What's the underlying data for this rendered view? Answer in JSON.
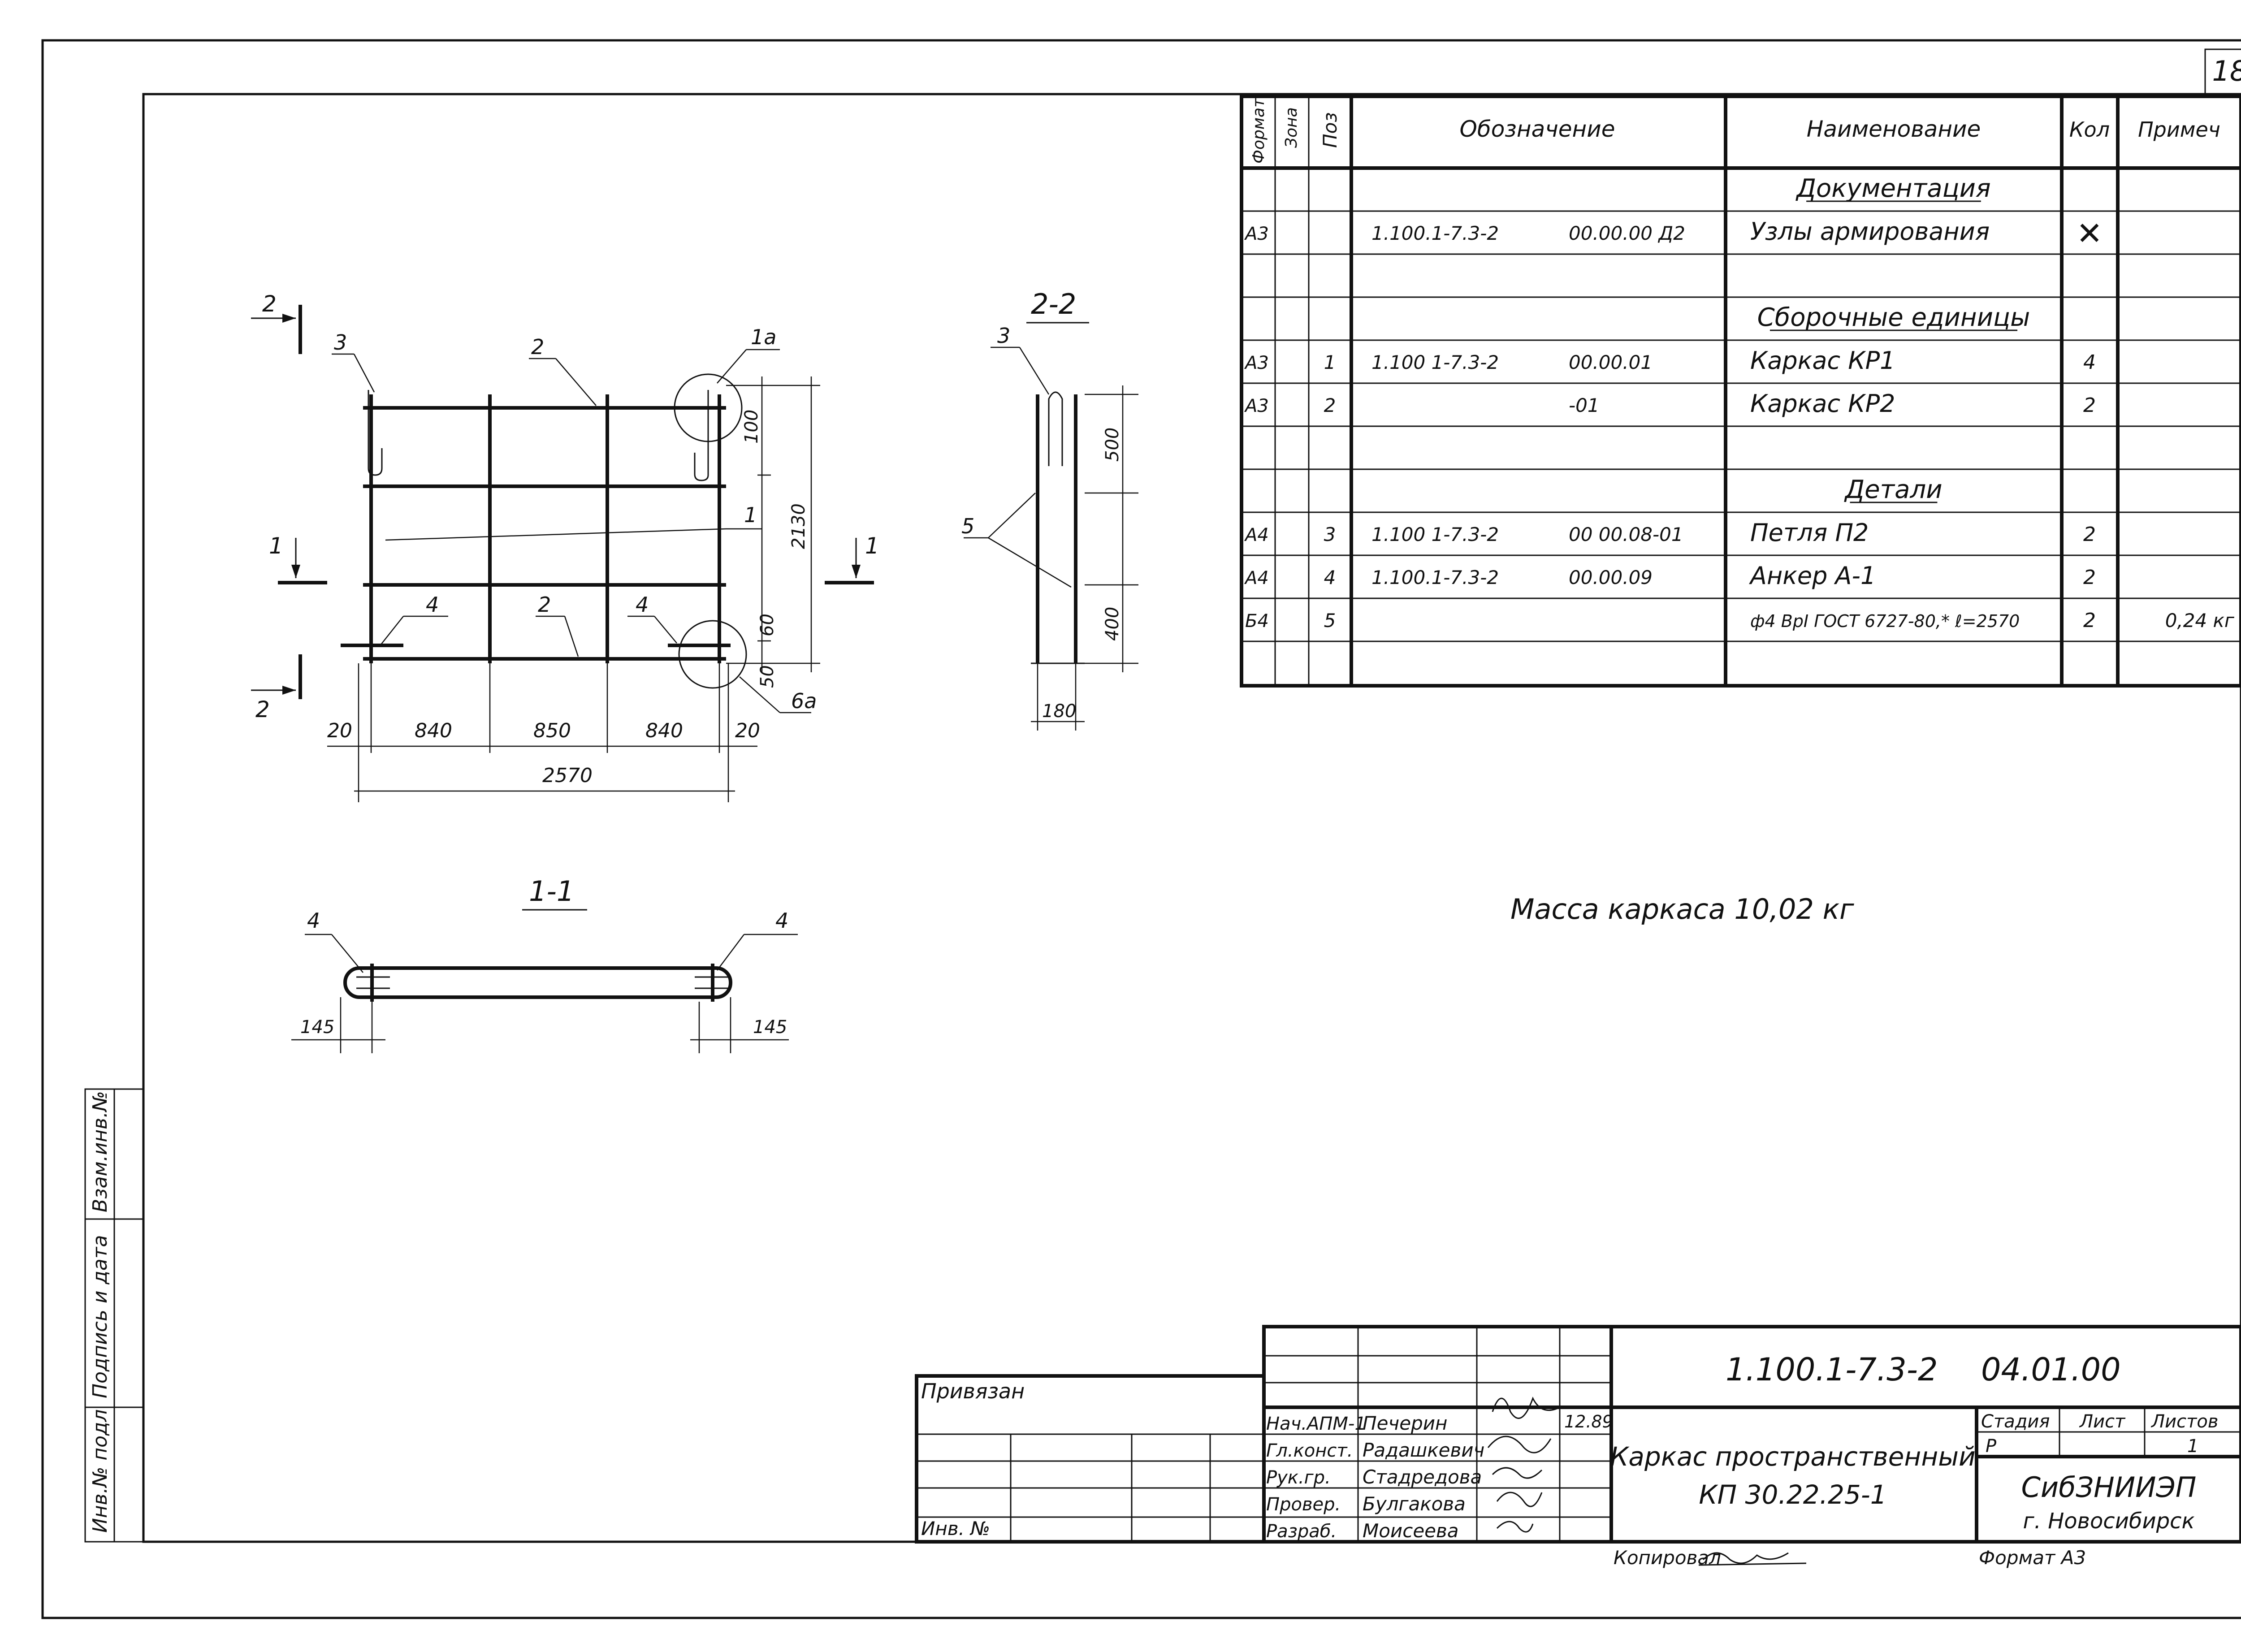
{
  "sheet_number": "18",
  "spec": {
    "headers": {
      "format": "Формат",
      "zone": "Зона",
      "pos": "Поз",
      "designation": "Обозначение",
      "name": "Наименование",
      "qty": "Кол",
      "note": "Примеч"
    },
    "rows": [
      {
        "format": "",
        "pos": "",
        "designation": "",
        "designation2": "",
        "name": "Документация",
        "qty": "",
        "note": "",
        "section": true
      },
      {
        "format": "А3",
        "pos": "",
        "designation": "1.100.1-7.3-2",
        "designation2": "00.00.00 Д2",
        "name": "Узлы армирования",
        "qty": "✕",
        "note": "",
        "section": false
      },
      {
        "format": "",
        "pos": "",
        "designation": "",
        "designation2": "",
        "name": "",
        "qty": "",
        "note": "",
        "section": false
      },
      {
        "format": "",
        "pos": "",
        "designation": "",
        "designation2": "",
        "name": "Сборочные единицы",
        "qty": "",
        "note": "",
        "section": true
      },
      {
        "format": "А3",
        "pos": "1",
        "designation": "1.100 1-7.3-2",
        "designation2": "00.00.01",
        "name": "Каркас  КР1",
        "qty": "4",
        "note": "",
        "section": false
      },
      {
        "format": "А3",
        "pos": "2",
        "designation": "",
        "designation2": "-01",
        "name": "Каркас  КР2",
        "qty": "2",
        "note": "",
        "section": false
      },
      {
        "format": "",
        "pos": "",
        "designation": "",
        "designation2": "",
        "name": "",
        "qty": "",
        "note": "",
        "section": false
      },
      {
        "format": "",
        "pos": "",
        "designation": "",
        "designation2": "",
        "name": "Детали",
        "qty": "",
        "note": "",
        "section": true
      },
      {
        "format": "А4",
        "pos": "3",
        "designation": "1.100 1-7.3-2",
        "designation2": "00 00.08-01",
        "name": "Петля  П2",
        "qty": "2",
        "note": "",
        "section": false
      },
      {
        "format": "А4",
        "pos": "4",
        "designation": "1.100.1-7.3-2",
        "designation2": "00.00.09",
        "name": "Анкер  А-1",
        "qty": "2",
        "note": "",
        "section": false
      },
      {
        "format": "Б4",
        "pos": "5",
        "designation": "",
        "designation2": "",
        "name": "ф4 ВрI  ГОСТ 6727-80,* ℓ=2570",
        "qty": "2",
        "note": "0,24 кг",
        "section": false
      },
      {
        "format": "",
        "pos": "",
        "designation": "",
        "designation2": "",
        "name": "",
        "qty": "",
        "note": "",
        "section": false
      }
    ]
  },
  "mass_note": "Масса  каркаса  10,02 кг",
  "drawing": {
    "plan": {
      "section_marks": [
        "2",
        "2",
        "1",
        "1"
      ],
      "callouts": [
        "3",
        "2",
        "1а",
        "1",
        "4",
        "2",
        "4",
        "6а"
      ],
      "dims_bottom": [
        "20",
        "840",
        "850",
        "840",
        "20"
      ],
      "dim_total": "2570",
      "dims_right": [
        "100",
        "2130",
        "60",
        "50"
      ]
    },
    "section_2_2": {
      "title": "2-2",
      "callouts": [
        "3",
        "5"
      ],
      "dims": [
        "500",
        "400",
        "180"
      ]
    },
    "section_1_1": {
      "title": "1-1",
      "callouts": [
        "4",
        "4"
      ],
      "dims": [
        "145",
        "145"
      ]
    }
  },
  "left_strip": [
    "Инв.№ подл",
    "Подпись и дата",
    "Взам.инв.№"
  ],
  "title_block": {
    "code": "1.100.1-7.3-2",
    "code2": "04.01.00",
    "bound_label": "Привязан",
    "inv_label": "Инв. №",
    "roles": [
      "Нач.АПМ-1",
      "Гл.конст.",
      "Рук.гр.",
      "Провер.",
      "Разраб."
    ],
    "names": [
      "Печерин",
      "Радашкевич",
      "Стадредова",
      "Булгакова",
      "Моисеева"
    ],
    "date": "12.89",
    "title_line1": "Каркас пространственный",
    "title_line2": "КП 30.22.25-1",
    "stage_label": "Стадия",
    "sheet_label": "Лист",
    "sheets_label": "Листов",
    "stage": "Р",
    "sheets": "1",
    "org": "СибЗНИИЭП",
    "city": "г. Новосибирск",
    "copied_label": "Копировал",
    "format_label": "Формат А3"
  }
}
